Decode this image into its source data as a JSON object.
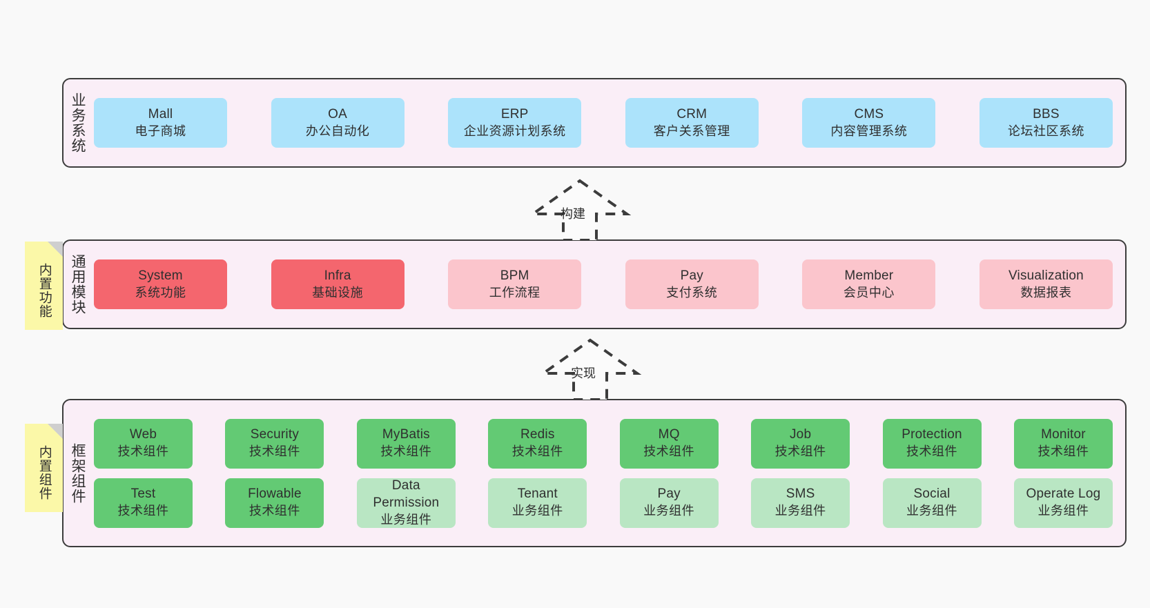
{
  "diagram": {
    "notes": [
      {
        "name": "builtin-function",
        "text": "内置功能"
      },
      {
        "name": "builtin-component",
        "text": "内置组件"
      }
    ],
    "arrows": [
      {
        "name": "build",
        "label": "构建"
      },
      {
        "name": "implement",
        "label": "实现"
      }
    ],
    "layers": [
      {
        "id": "business",
        "title": "业务系统",
        "rows": [
          {
            "cards": [
              {
                "en": "Mall",
                "cn": "电子商城",
                "color": "#ace3fb"
              },
              {
                "en": "OA",
                "cn": "办公自动化",
                "color": "#ace3fb"
              },
              {
                "en": "ERP",
                "cn": "企业资源计划系统",
                "color": "#ace3fb"
              },
              {
                "en": "CRM",
                "cn": "客户关系管理",
                "color": "#ace3fb"
              },
              {
                "en": "CMS",
                "cn": "内容管理系统",
                "color": "#ace3fb"
              },
              {
                "en": "BBS",
                "cn": "论坛社区系统",
                "color": "#ace3fb"
              }
            ]
          }
        ]
      },
      {
        "id": "modules",
        "title": "通用模块",
        "rows": [
          {
            "cards": [
              {
                "en": "System",
                "cn": "系统功能",
                "color": "#f4666e"
              },
              {
                "en": "Infra",
                "cn": "基础设施",
                "color": "#f4666e"
              },
              {
                "en": "BPM",
                "cn": "工作流程",
                "color": "#fbc5cc"
              },
              {
                "en": "Pay",
                "cn": "支付系统",
                "color": "#fbc5cc"
              },
              {
                "en": "Member",
                "cn": "会员中心",
                "color": "#fbc5cc"
              },
              {
                "en": "Visualization",
                "cn": "数据报表",
                "color": "#fbc5cc"
              }
            ]
          }
        ]
      },
      {
        "id": "framework",
        "title": "框架组件",
        "rows": [
          {
            "cards": [
              {
                "en": "Web",
                "cn": "技术组件",
                "color": "#63ca74"
              },
              {
                "en": "Security",
                "cn": "技术组件",
                "color": "#63ca74"
              },
              {
                "en": "MyBatis",
                "cn": "技术组件",
                "color": "#63ca74"
              },
              {
                "en": "Redis",
                "cn": "技术组件",
                "color": "#63ca74"
              },
              {
                "en": "MQ",
                "cn": "技术组件",
                "color": "#63ca74"
              },
              {
                "en": "Job",
                "cn": "技术组件",
                "color": "#63ca74"
              },
              {
                "en": "Protection",
                "cn": "技术组件",
                "color": "#63ca74"
              },
              {
                "en": "Monitor",
                "cn": "技术组件",
                "color": "#63ca74"
              }
            ]
          },
          {
            "cards": [
              {
                "en": "Test",
                "cn": "技术组件",
                "color": "#63ca74"
              },
              {
                "en": "Flowable",
                "cn": "技术组件",
                "color": "#63ca74"
              },
              {
                "en": "Data Permission",
                "cn": "业务组件",
                "color": "#b9e6c3"
              },
              {
                "en": "Tenant",
                "cn": "业务组件",
                "color": "#b9e6c3"
              },
              {
                "en": "Pay",
                "cn": "业务组件",
                "color": "#b9e6c3"
              },
              {
                "en": "SMS",
                "cn": "业务组件",
                "color": "#b9e6c3"
              },
              {
                "en": "Social",
                "cn": "业务组件",
                "color": "#b9e6c3"
              },
              {
                "en": "Operate Log",
                "cn": "业务组件",
                "color": "#b9e6c3"
              }
            ]
          }
        ]
      }
    ]
  }
}
